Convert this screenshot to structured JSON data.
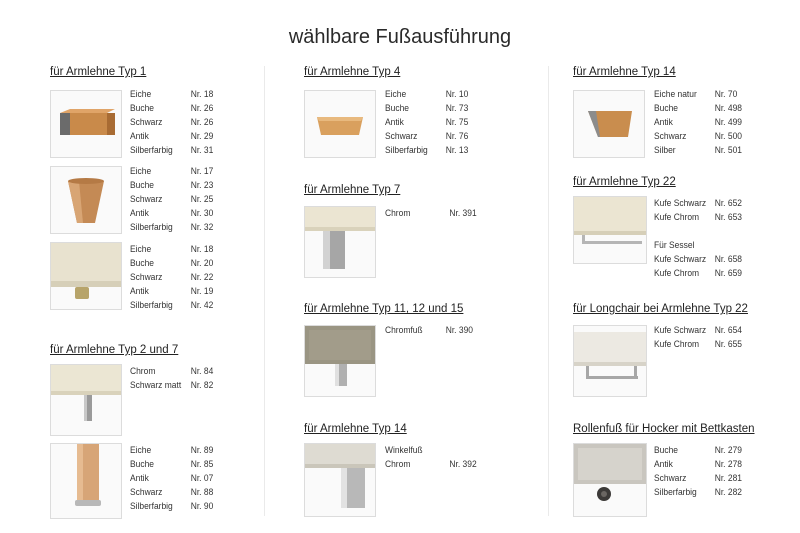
{
  "page_title": "wählbare Fußausführung",
  "col1": {
    "typ1_heading": "für Armlehne Typ 1",
    "typ1_a": [
      [
        "Eiche",
        "Nr. 18"
      ],
      [
        "Buche",
        "Nr. 26"
      ],
      [
        "Schwarz",
        "Nr. 26"
      ],
      [
        "Antik",
        "Nr. 29"
      ],
      [
        "Silberfarbig",
        "Nr. 31"
      ]
    ],
    "typ1_b": [
      [
        "Eiche",
        "Nr. 17"
      ],
      [
        "Buche",
        "Nr. 23"
      ],
      [
        "Schwarz",
        "Nr. 25"
      ],
      [
        "Antik",
        "Nr. 30"
      ],
      [
        "Silberfarbig",
        "Nr. 32"
      ]
    ],
    "typ1_c": [
      [
        "Eiche",
        "Nr. 18"
      ],
      [
        "Buche",
        "Nr. 20"
      ],
      [
        "Schwarz",
        "Nr. 22"
      ],
      [
        "Antik",
        "Nr. 19"
      ],
      [
        "Silberfarbig",
        "Nr. 42"
      ]
    ],
    "typ27_heading": "für Armlehne Typ 2 und 7",
    "typ27_a": [
      [
        "Chrom",
        "Nr. 84"
      ],
      [
        "Schwarz matt",
        "Nr. 82"
      ]
    ],
    "typ27_b": [
      [
        "Eiche",
        "Nr. 89"
      ],
      [
        "Buche",
        "Nr. 85"
      ],
      [
        "Antik",
        "Nr. 07"
      ],
      [
        "Schwarz",
        "Nr. 88"
      ],
      [
        "Silberfarbig",
        "Nr. 90"
      ]
    ]
  },
  "col2": {
    "typ4_heading": "für Armlehne Typ 4",
    "typ4": [
      [
        "Eiche",
        "Nr. 10"
      ],
      [
        "Buche",
        "Nr. 73"
      ],
      [
        "Antik",
        "Nr. 75"
      ],
      [
        "Schwarz",
        "Nr. 76"
      ],
      [
        "Silberfarbig",
        "Nr. 13"
      ]
    ],
    "typ7_heading": "für Armlehne Typ 7",
    "typ7": [
      [
        "Chrom",
        "Nr. 391"
      ]
    ],
    "typ1115_heading": "für Armlehne Typ 11, 12 und 15",
    "typ1115": [
      [
        "Chromfuß",
        "Nr. 390"
      ]
    ],
    "typ14_heading": "für Armlehne Typ 14",
    "typ14": [
      [
        "Winkelfuß",
        ""
      ],
      [
        "Chrom",
        "Nr. 392"
      ]
    ]
  },
  "col3": {
    "typ14_heading": "für Armlehne Typ 14",
    "typ14": [
      [
        "Eiche natur",
        "Nr. 70"
      ],
      [
        "Buche",
        "Nr. 498"
      ],
      [
        "Antik",
        "Nr. 499"
      ],
      [
        "Schwarz",
        "Nr. 500"
      ],
      [
        "Silber",
        "Nr. 501"
      ]
    ],
    "typ22_heading": "für Armlehne Typ 22",
    "typ22": [
      [
        "Kufe Schwarz",
        "Nr. 652"
      ],
      [
        "Kufe Chrom",
        "Nr. 653"
      ]
    ],
    "typ22_sessel_label": "Für Sessel",
    "typ22_sessel": [
      [
        "Kufe Schwarz",
        "Nr. 658"
      ],
      [
        "Kufe Chrom",
        "Nr. 659"
      ]
    ],
    "longchair_heading": "für Longchair bei Armlehne Typ 22",
    "longchair": [
      [
        "Kufe Schwarz",
        "Nr. 654"
      ],
      [
        "Kufe Chrom",
        "Nr. 655"
      ]
    ],
    "rollen_heading": "Rollenfuß für Hocker mit Bettkasten",
    "rollen": [
      [
        "Buche",
        "Nr. 279"
      ],
      [
        "Antik",
        "Nr. 278"
      ],
      [
        "Schwarz",
        "Nr. 281"
      ],
      [
        "Silberfarbig",
        "Nr. 282"
      ]
    ]
  }
}
